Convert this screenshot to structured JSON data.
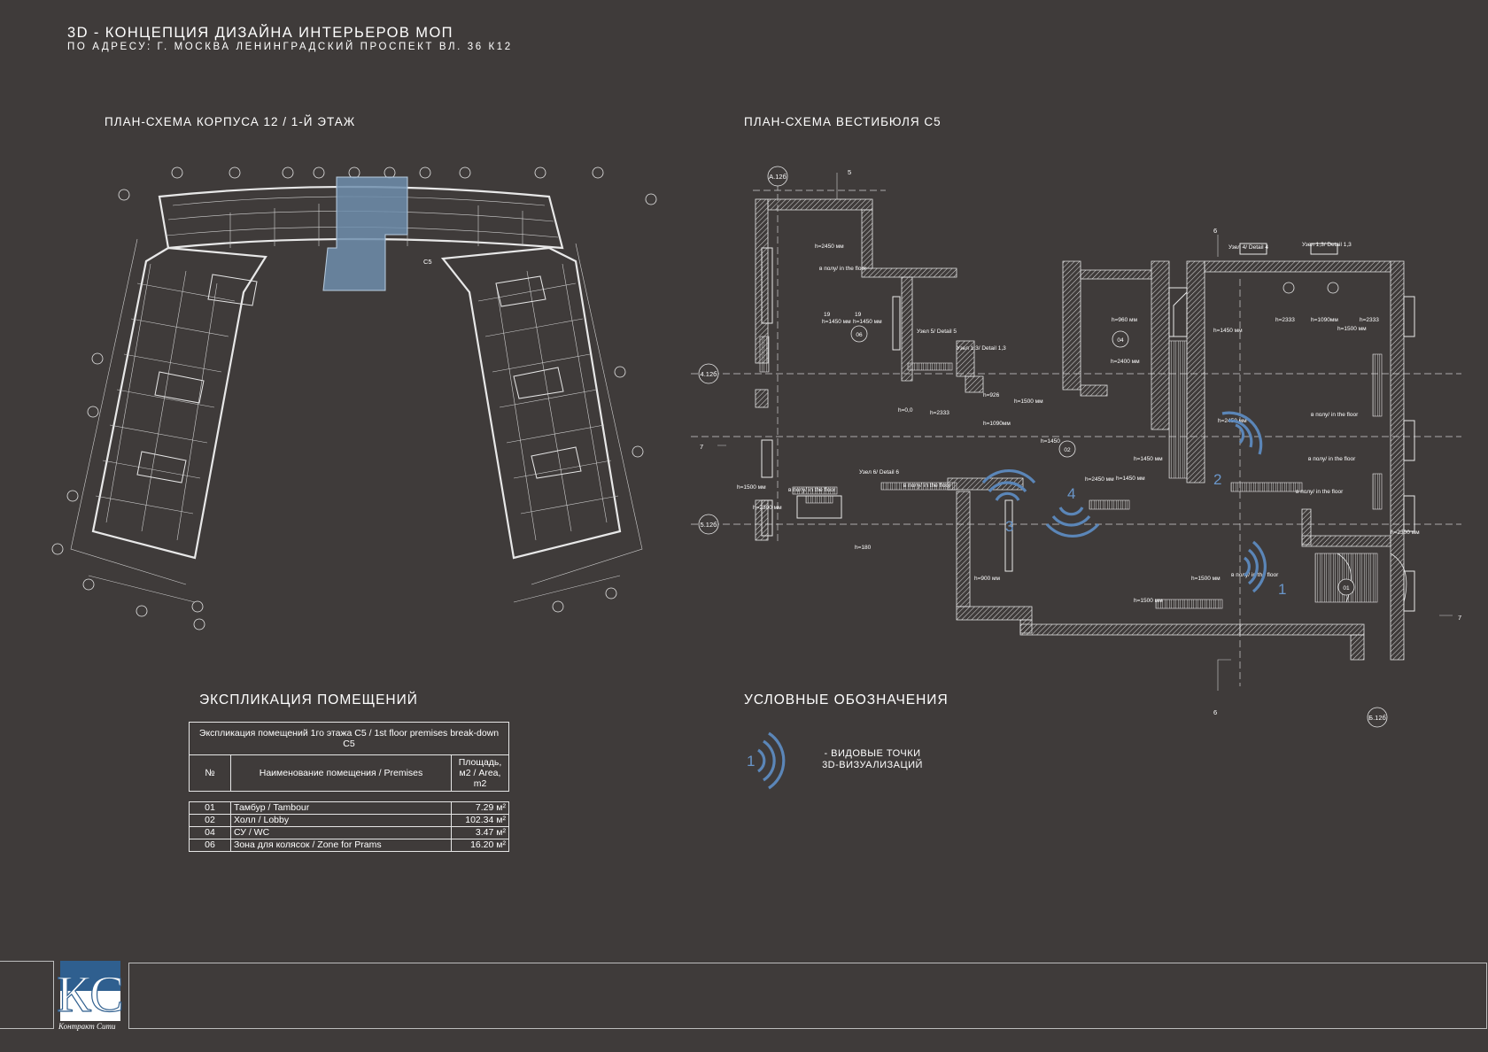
{
  "header": {
    "title": "3D - КОНЦЕПЦИЯ ДИЗАЙНА ИНТЕРЬЕРОВ МОП",
    "subtitle": "ПО АДРЕСУ: Г. МОСКВА ЛЕНИНГРАДСКИЙ ПРОСПЕКТ ВЛ. 36 К12"
  },
  "building_plan": {
    "title": "ПЛАН-СХЕМА КОРПУСА 12 / 1-Й ЭТАЖ",
    "highlight_color": "#6f8ead",
    "highlight_label": "С5"
  },
  "lobby_plan": {
    "title": "ПЛАН-СХЕМА ВЕСТИБЮЛЯ С5",
    "axes": [
      "А.12б",
      "4.12б",
      "5.12б",
      "Б.12б",
      "5",
      "6",
      "6",
      "7",
      "7"
    ],
    "room_tags": [
      "06",
      "04",
      "02",
      "01"
    ],
    "details": [
      "Узел 4/ Detail 4",
      "Узел 1,3/ Detail 1,3",
      "Узел 5/ Detail 5",
      "Узел 1,3/ Detail 1,3",
      "Узел 6/ Detail 6"
    ],
    "viewpoint_color": "#5b86b8",
    "viewpoints": [
      "1",
      "2",
      "3",
      "4"
    ]
  },
  "explication": {
    "heading": "ЭКСПЛИКАЦИЯ ПОМЕЩЕНИЙ",
    "caption": "Экспликация помещений 1го этажа С5 / 1st floor premises break-down С5",
    "columns": [
      "№",
      "Наименование помещения / Premises",
      "Площадь, м2 / Area, m2"
    ],
    "rows": [
      {
        "num": "01",
        "name": "Тамбур / Tambour",
        "area": "7.29 м²"
      },
      {
        "num": "02",
        "name": "Холл / Lobby",
        "area": "102.34 м²"
      },
      {
        "num": "04",
        "name": "СУ / WC",
        "area": "3.47 м²"
      },
      {
        "num": "06",
        "name": "Зона для колясок / Zone for Prams",
        "area": "16.20 м²"
      }
    ]
  },
  "legend": {
    "heading": "УСЛОВНЫЕ ОБОЗНАЧЕНИЯ",
    "icon_number": "1",
    "line1": "- ВИДОВЫЕ ТОЧКИ",
    "line2": "3D-ВИЗУАЛИЗАЦИЙ"
  },
  "footer": {
    "logo_letters": "КС",
    "logo_caption": "Контракт Сити",
    "logo_color": "#2f5f8f"
  }
}
